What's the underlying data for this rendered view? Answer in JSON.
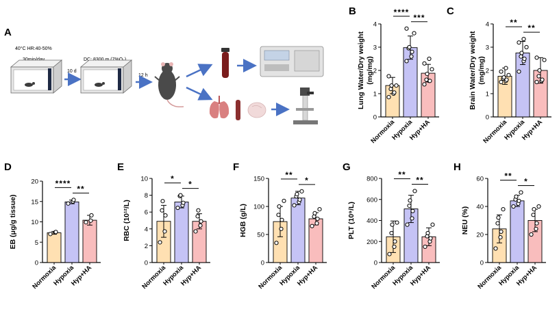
{
  "panel_letters": {
    "a": "A",
    "b": "B",
    "c": "C",
    "d": "D",
    "e": "E",
    "f": "F",
    "g": "G",
    "h": "H"
  },
  "schematic": {
    "conditioning_line1": "40°C HR:40-50%",
    "conditioning_line2": "30min/day",
    "step1": "10 d",
    "hypoxia": "DC: 8300 m (7%O₂)",
    "step2": "12 h"
  },
  "colors": {
    "normoxia": "#FFE0B2",
    "hypoxia": "#C5C3F5",
    "hypha": "#F9BDBD",
    "text": "#000000"
  },
  "chart_data": [
    {
      "panel": "B",
      "type": "bar",
      "categories": [
        "Normoxia",
        "Hypoxia",
        "Hyp+HA"
      ],
      "values": [
        1.35,
        2.98,
        1.88
      ],
      "errors": [
        0.35,
        0.5,
        0.38
      ],
      "points": [
        [
          0.85,
          1.0,
          1.05,
          1.2,
          1.35,
          1.35,
          1.75
        ],
        [
          2.4,
          2.6,
          2.8,
          2.95,
          3.0,
          3.6,
          3.8
        ],
        [
          1.4,
          1.55,
          1.55,
          1.6,
          1.85,
          2.05,
          2.3,
          2.5
        ]
      ],
      "ylabel_line1": "Lung Water/Dry weight",
      "ylabel_line2": "(mg/mg)",
      "ylim": [
        0,
        4
      ],
      "yticks": [
        0,
        1,
        2,
        3,
        4
      ],
      "sig": [
        {
          "from": 0,
          "to": 1,
          "label": "****"
        },
        {
          "from": 1,
          "to": 2,
          "label": "***"
        }
      ]
    },
    {
      "panel": "C",
      "type": "bar",
      "categories": [
        "Normoxia",
        "Hypoxia",
        "Hyp+HA"
      ],
      "values": [
        1.75,
        2.75,
        2.0
      ],
      "errors": [
        0.35,
        0.5,
        0.55
      ],
      "points": [
        [
          1.5,
          1.55,
          1.6,
          1.65,
          1.7,
          1.8,
          1.95,
          2.1
        ],
        [
          1.95,
          2.4,
          2.5,
          2.6,
          2.75,
          3.0,
          3.2,
          3.35
        ],
        [
          1.5,
          1.55,
          1.6,
          1.75,
          2.0,
          2.45,
          2.55
        ]
      ],
      "ylabel_line1": "Brain Water/Dry weight",
      "ylabel_line2": "(mg/mg)",
      "ylim": [
        0,
        4
      ],
      "yticks": [
        0,
        1,
        2,
        3,
        4
      ],
      "sig": [
        {
          "from": 0,
          "to": 1,
          "label": "**"
        },
        {
          "from": 1,
          "to": 2,
          "label": "**"
        }
      ]
    },
    {
      "panel": "D",
      "type": "bar",
      "categories": [
        "Normoxia",
        "Hypoxia",
        "Hyp+HA"
      ],
      "values": [
        7.3,
        14.9,
        10.4
      ],
      "errors": [
        0.35,
        0.45,
        1.2
      ],
      "points": [
        [
          7.0,
          7.4,
          7.5
        ],
        [
          14.5,
          15.0,
          15.4
        ],
        [
          9.9,
          10.3,
          11.6
        ]
      ],
      "ylabel_line1": "EB (μg/g tissue)",
      "ylabel_line2": "",
      "ylim": [
        0,
        20
      ],
      "yticks": [
        0,
        5,
        10,
        15,
        20
      ],
      "sig": [
        {
          "from": 0,
          "to": 1,
          "label": "****"
        },
        {
          "from": 1,
          "to": 2,
          "label": "**"
        }
      ]
    },
    {
      "panel": "E",
      "type": "bar",
      "categories": [
        "Normoxia",
        "Hypoxia",
        "Hyp+HA"
      ],
      "values": [
        4.9,
        7.2,
        4.9
      ],
      "errors": [
        1.9,
        0.7,
        0.9
      ],
      "points": [
        [
          2.4,
          3.7,
          5.6,
          6.2,
          7.3
        ],
        [
          6.5,
          6.8,
          7.1,
          7.9,
          8.0
        ],
        [
          3.7,
          4.4,
          4.9,
          5.5,
          6.2
        ]
      ],
      "ylabel_line1": "RBC (10¹²/L)",
      "ylabel_line2": "",
      "ylim": [
        0,
        10
      ],
      "yticks": [
        0,
        2,
        4,
        6,
        8,
        10
      ],
      "sig": [
        {
          "from": 0,
          "to": 1,
          "label": "*"
        },
        {
          "from": 1,
          "to": 2,
          "label": "*"
        }
      ]
    },
    {
      "panel": "F",
      "type": "bar",
      "categories": [
        "Normoxia",
        "Hypoxia",
        "Hyp+HA"
      ],
      "values": [
        73,
        115,
        78
      ],
      "errors": [
        27,
        12,
        11
      ],
      "points": [
        [
          35,
          60,
          76,
          85,
          100,
          110
        ],
        [
          102,
          108,
          112,
          118,
          122,
          127
        ],
        [
          65,
          70,
          78,
          82,
          88,
          95
        ]
      ],
      "ylabel_line1": "HGB (g/L)",
      "ylabel_line2": "",
      "ylim": [
        0,
        150
      ],
      "yticks": [
        0,
        50,
        100,
        150
      ],
      "sig": [
        {
          "from": 0,
          "to": 1,
          "label": "**"
        },
        {
          "from": 1,
          "to": 2,
          "label": "*"
        }
      ]
    },
    {
      "panel": "G",
      "type": "bar",
      "categories": [
        "Normoxia",
        "Hypoxia",
        "Hyp+HA"
      ],
      "values": [
        245,
        510,
        245
      ],
      "errors": [
        150,
        130,
        85
      ],
      "points": [
        [
          80,
          150,
          200,
          280,
          360,
          380
        ],
        [
          360,
          420,
          490,
          540,
          590,
          680
        ],
        [
          150,
          200,
          230,
          250,
          280,
          360
        ]
      ],
      "ylabel_line1": "PLT (10⁹/L)",
      "ylabel_line2": "",
      "ylim": [
        0,
        800
      ],
      "yticks": [
        0,
        200,
        400,
        600,
        800
      ],
      "sig": [
        {
          "from": 0,
          "to": 1,
          "label": "**"
        },
        {
          "from": 1,
          "to": 2,
          "label": "**"
        }
      ]
    },
    {
      "panel": "H",
      "type": "bar",
      "categories": [
        "Normoxia",
        "Hypoxia",
        "Hyp+HA"
      ],
      "values": [
        24,
        44,
        30
      ],
      "errors": [
        10,
        4,
        8
      ],
      "points": [
        [
          10,
          18,
          22,
          28,
          32,
          38
        ],
        [
          40,
          42,
          44,
          45,
          47,
          50
        ],
        [
          20,
          24,
          28,
          34,
          38,
          40
        ]
      ],
      "ylabel_line1": "NEU (%)",
      "ylabel_line2": "",
      "ylim": [
        0,
        60
      ],
      "yticks": [
        0,
        20,
        40,
        60
      ],
      "sig": [
        {
          "from": 0,
          "to": 1,
          "label": "**"
        },
        {
          "from": 1,
          "to": 2,
          "label": "*"
        }
      ]
    }
  ]
}
